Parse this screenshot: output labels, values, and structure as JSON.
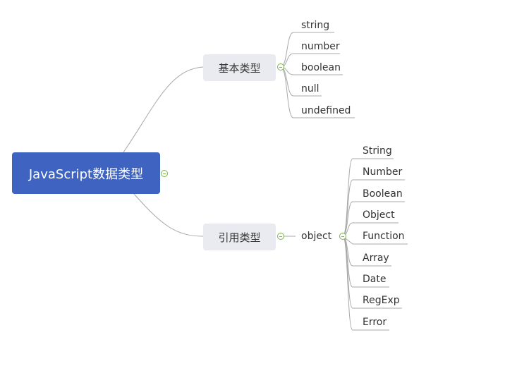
{
  "mindmap": {
    "root": "JavaScript数据类型",
    "primitive": {
      "label": "基本类型",
      "children": [
        "string",
        "number",
        "boolean",
        "null",
        "undefined"
      ]
    },
    "reference": {
      "label": "引用类型",
      "object_label": "object",
      "children": [
        "String",
        "Number",
        "Boolean",
        "Object",
        "Function",
        "Array",
        "Date",
        "RegExp",
        "Error"
      ]
    }
  },
  "colors": {
    "root_bg": "#3f63c1",
    "branch_bg": "#e9ebf0",
    "line": "#a8a8a8",
    "toggle": "#7cb342"
  }
}
